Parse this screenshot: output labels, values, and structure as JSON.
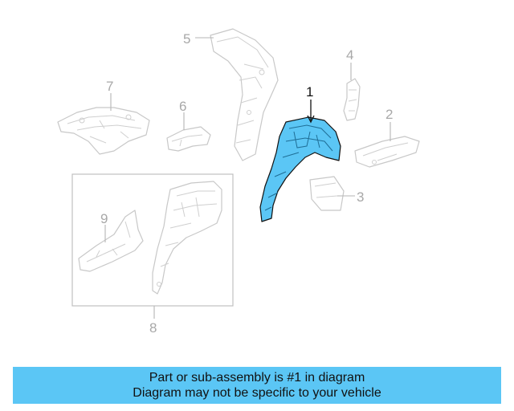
{
  "diagram": {
    "callouts": [
      {
        "id": "1",
        "label": "1",
        "highlighted": true
      },
      {
        "id": "2",
        "label": "2",
        "highlighted": false
      },
      {
        "id": "3",
        "label": "3",
        "highlighted": false
      },
      {
        "id": "4",
        "label": "4",
        "highlighted": false
      },
      {
        "id": "5",
        "label": "5",
        "highlighted": false
      },
      {
        "id": "6",
        "label": "6",
        "highlighted": false
      },
      {
        "id": "7",
        "label": "7",
        "highlighted": false
      },
      {
        "id": "8",
        "label": "8",
        "highlighted": false
      },
      {
        "id": "9",
        "label": "9",
        "highlighted": false
      }
    ],
    "highlight_color": "#5bc6f5"
  },
  "banner": {
    "line1": "Part or sub-assembly is #1 in diagram",
    "line2": "Diagram may not be specific to your vehicle",
    "background": "#5bc6f5"
  }
}
